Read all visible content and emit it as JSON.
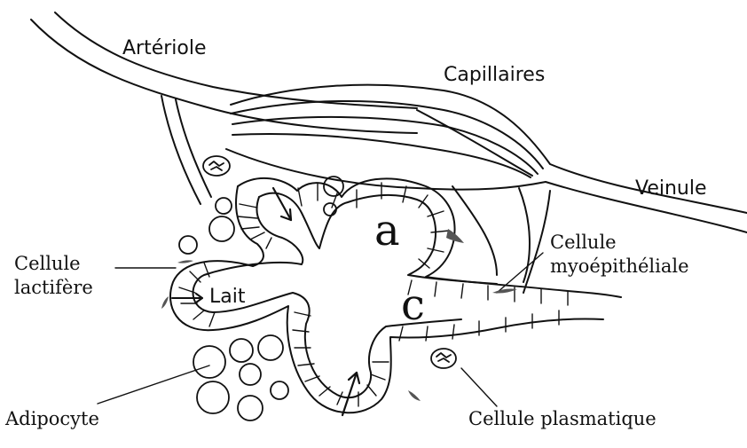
{
  "labels": {
    "arteriole": "Artériole",
    "capillaires": "Capillaires",
    "veinule": "Veinule",
    "cellule_myo_1": "Cellule",
    "cellule_myo_2": "myoépithéliale",
    "cellule_lact_1": "Cellule",
    "cellule_lact_2": "lactifère",
    "lait": "Lait",
    "adipocyte": "Adipocyte",
    "cellule_plasmatique": "Cellule plasmatique",
    "region_a": "a",
    "region_c": "c"
  },
  "colors": {
    "ink": "#111111",
    "background": "#ffffff",
    "myoepithelial_fill": "#555555"
  }
}
